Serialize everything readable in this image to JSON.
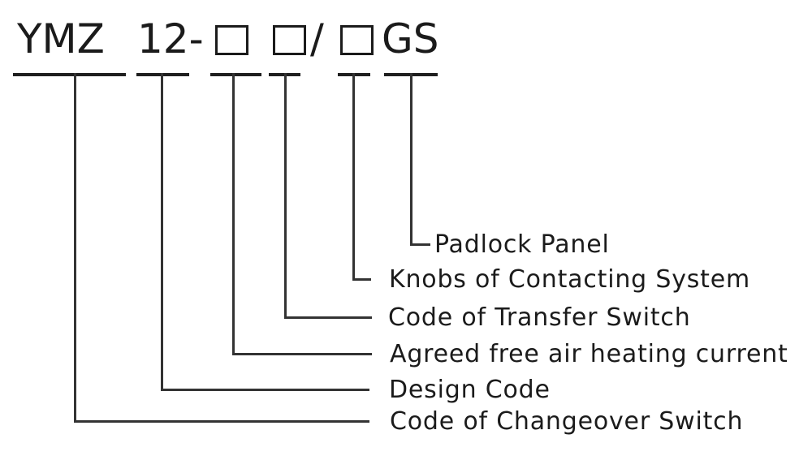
{
  "model_code": {
    "prefix": "YMZ",
    "design_number": "12-",
    "placeholder_glyph": "□",
    "separator": "/",
    "suffix": "GS"
  },
  "labels": [
    {
      "id": "padlock-panel",
      "text": "Padlock Panel"
    },
    {
      "id": "knobs-of-contacting-system",
      "text": "Knobs of Contacting System"
    },
    {
      "id": "code-of-transfer-switch",
      "text": "Code of Transfer Switch"
    },
    {
      "id": "agreed-free-air-heating-current",
      "text": "Agreed free air heating current"
    },
    {
      "id": "design-code",
      "text": "Design Code"
    },
    {
      "id": "code-of-changeover-switch",
      "text": "Code of Changeover Switch"
    }
  ],
  "colors": {
    "background": "#ffffff",
    "underline_bar": "#1f1f1f",
    "connector_line": "#333333",
    "text": "#1b1b1b"
  }
}
